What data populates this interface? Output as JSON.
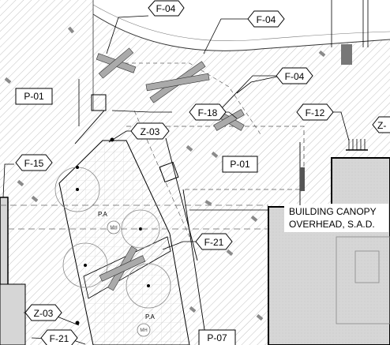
{
  "tags": {
    "f04_top": "F-04",
    "f04_right": "F-04",
    "f04_mid": "F-04",
    "f18": "F-18",
    "f12": "F-12",
    "z03_mid": "Z-03",
    "z_edge": "Z-",
    "f15": "F-15",
    "f21_mid": "F-21",
    "z03_bottom": "Z-03",
    "f21_bottom": "F-21",
    "p07": "P-07"
  },
  "boxes": {
    "p01_left": "P-01",
    "p01_right": "P-01"
  },
  "notes": {
    "canopy_line1": "BUILDING CANOPY",
    "canopy_line2": "OVERHEAD, S.A.D."
  },
  "labels": {
    "pa_top": "P.A",
    "pa_bottom": "P.A",
    "mh_top": "MH",
    "mh_bottom": "MH"
  },
  "colors": {
    "hatch": "#9a9a9a",
    "building": "#d9d9d9",
    "line": "#000000"
  }
}
